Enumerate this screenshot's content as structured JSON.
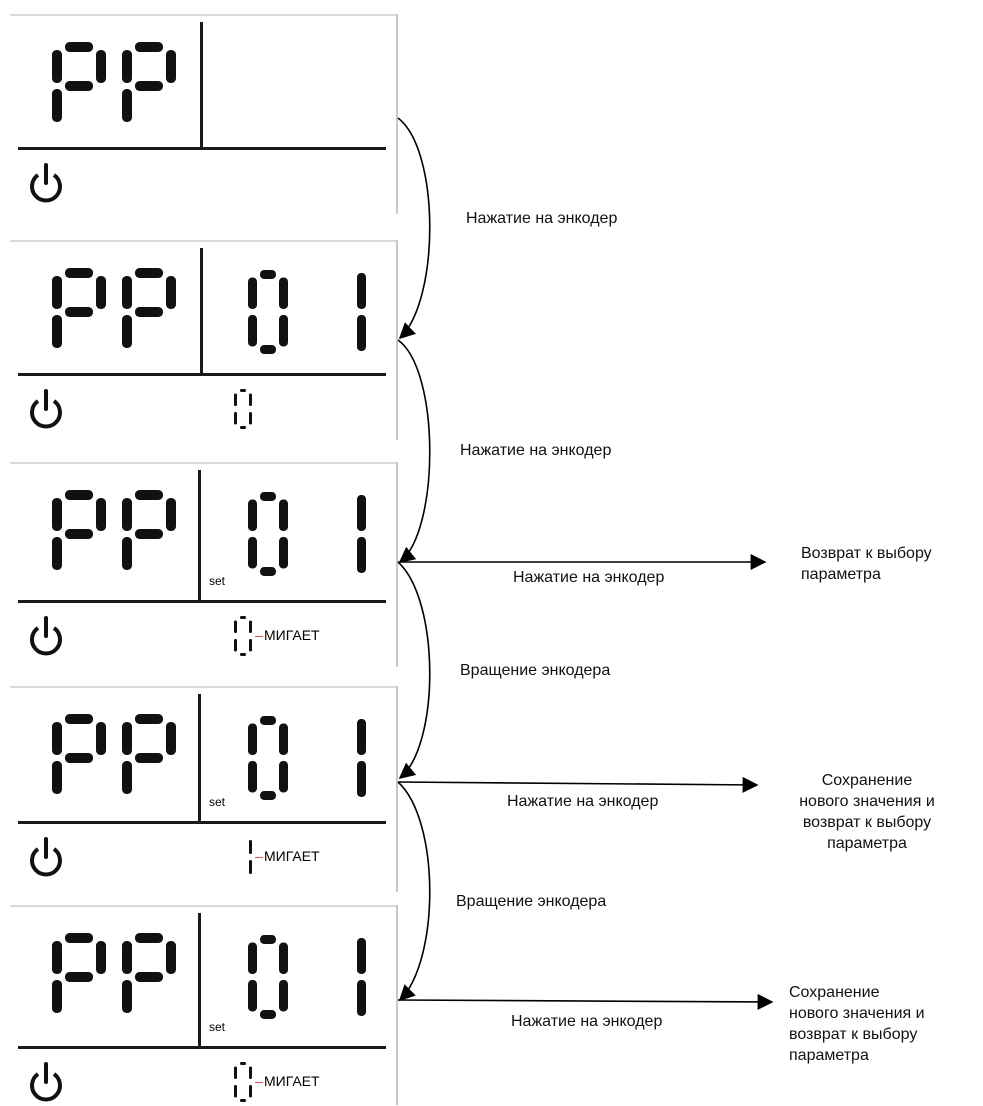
{
  "panels": [
    {
      "main": "PP",
      "param": "",
      "set": "",
      "value": "",
      "blink": ""
    },
    {
      "main": "PP",
      "param": "01",
      "set": "",
      "value": "0",
      "blink": ""
    },
    {
      "main": "PP",
      "param": "01",
      "set": "set",
      "value": "0",
      "blink": "МИГАЕТ"
    },
    {
      "main": "PP",
      "param": "01",
      "set": "set",
      "value": "1",
      "blink": "МИГАЕТ"
    },
    {
      "main": "PP",
      "param": "01",
      "set": "set",
      "value": "0",
      "blink": "МИГАЕТ"
    }
  ],
  "transitions": [
    "Нажатие на энкодер",
    "Нажатие на энкодер",
    "Вращение энкодера",
    "Вращение энкодера"
  ],
  "side_actions": [
    {
      "label": "Нажатие на энкодер",
      "result": [
        "Возврат к выбору",
        "параметра"
      ]
    },
    {
      "label": "Нажатие на энкодер",
      "result": [
        "Сохранение",
        "нового значения и",
        "возврат к выбору",
        "параметра"
      ]
    },
    {
      "label": "Нажатие на энкодер",
      "result": [
        "Сохранение",
        "нового значения и",
        "возврат к выбору",
        "параметра"
      ]
    }
  ],
  "icons": {
    "power": "power-icon"
  }
}
